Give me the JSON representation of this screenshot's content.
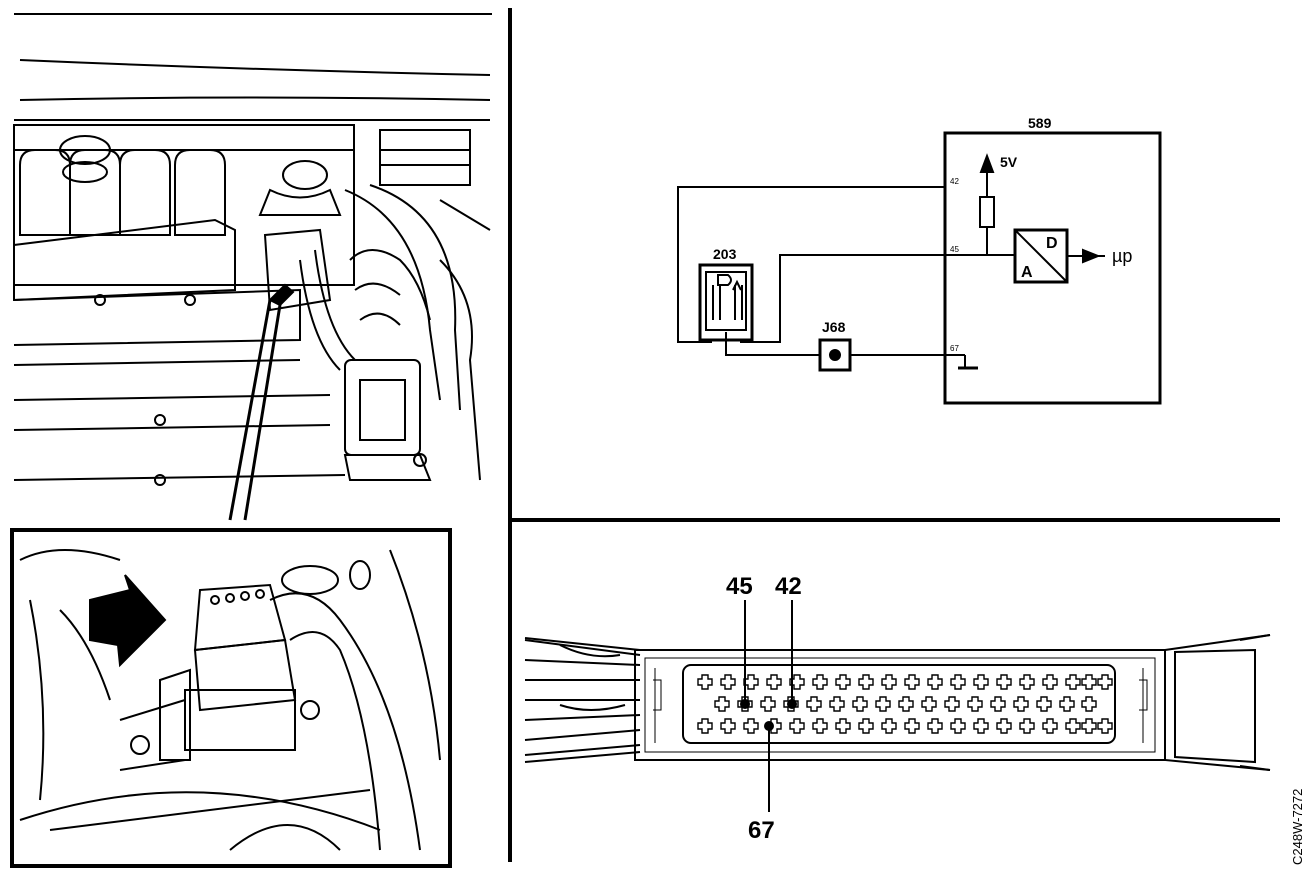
{
  "schematic": {
    "ecu_id": "589",
    "sensor_id": "203",
    "ground_point": "J68",
    "supply_label": "5V",
    "pin_42": "42",
    "pin_45": "45",
    "pin_67": "67",
    "adc_in": "A",
    "adc_out": "D",
    "output_label": "µp"
  },
  "connector": {
    "pin_45": "45",
    "pin_42": "42",
    "pin_67": "67"
  },
  "figure_code": "C248W-7272"
}
